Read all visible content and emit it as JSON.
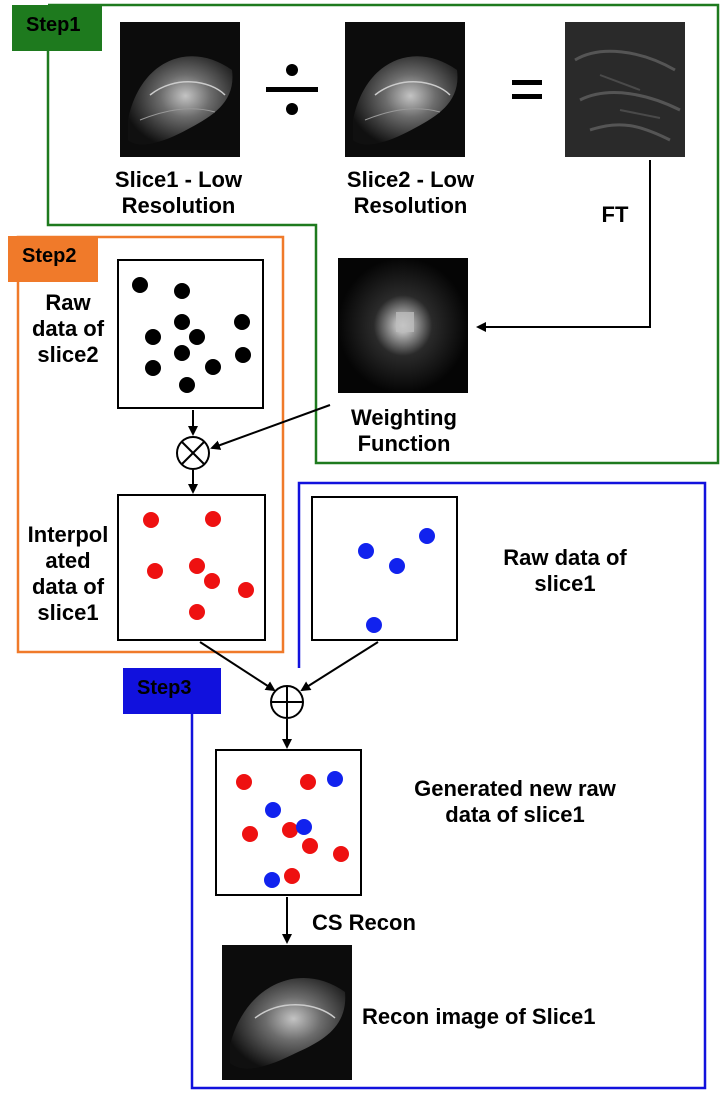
{
  "steps": {
    "step1": {
      "label": "Step1",
      "color": "#1e7a1e"
    },
    "step2": {
      "label": "Step2",
      "color": "#f07a2a"
    },
    "step3": {
      "label": "Step3",
      "color": "#1111dd"
    }
  },
  "colors": {
    "red_dot": "#ee1111",
    "blue_dot": "#1122ee",
    "black_dot": "#000000"
  },
  "step1": {
    "operator_divide": "÷",
    "operator_equals": "=",
    "slice1_caption": "Slice1 - Low\nResolution",
    "slice2_caption": "Slice2 - Low\nResolution",
    "ft_label": "FT",
    "weighting_caption": "Weighting\nFunction"
  },
  "step2": {
    "raw_slice2_caption": "Raw\ndata of\nslice2",
    "interpolated_caption": "Interpol\nated\ndata of\nslice1"
  },
  "step3": {
    "raw_slice1_caption": "Raw data of\nslice1",
    "generated_caption": "Generated new raw\ndata of slice1",
    "cs_recon_label": "CS Recon",
    "recon_caption": "Recon image of Slice1"
  }
}
